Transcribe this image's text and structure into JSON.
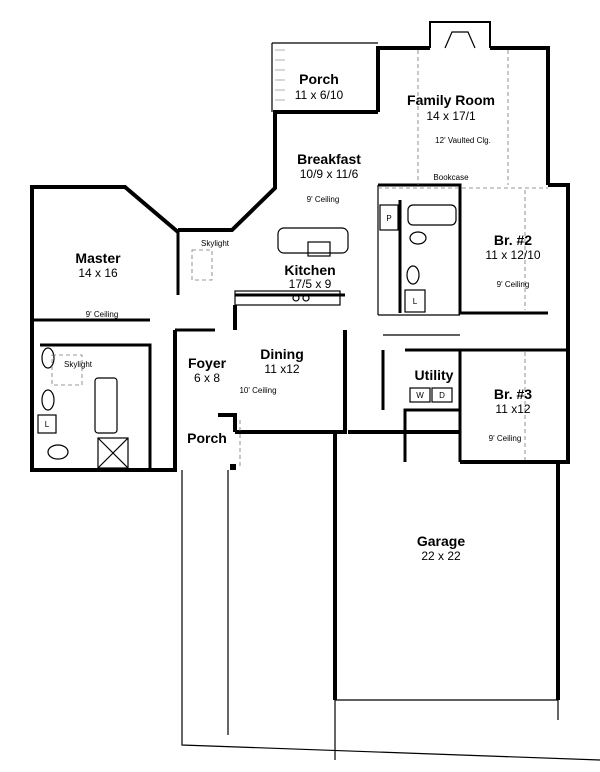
{
  "rooms": {
    "porch_rear": {
      "name": "Porch",
      "size": "11 x 6/10"
    },
    "family_room": {
      "name": "Family Room",
      "size": "14 x 17/1",
      "note": "12' Vaulted Clg.",
      "bookcase": "Bookcase"
    },
    "breakfast": {
      "name": "Breakfast",
      "size": "10/9 x 11/6",
      "note": "9' Ceiling"
    },
    "kitchen": {
      "name": "Kitchen",
      "size": "17/5 x 9",
      "skylight": "Skylight"
    },
    "master": {
      "name": "Master",
      "size": "14 x 16",
      "note": "9' Ceiling"
    },
    "master_bath": {
      "skylight": "Skylight",
      "linen": "L"
    },
    "br2": {
      "name": "Br. #2",
      "size": "11 x 12/10",
      "note": "9' Ceiling"
    },
    "hall_bath": {
      "pantry": "P",
      "linen": "L"
    },
    "foyer": {
      "name": "Foyer",
      "size": "6 x 8"
    },
    "dining": {
      "name": "Dining",
      "size": "11 x12",
      "note": "10' Ceiling"
    },
    "utility": {
      "name": "Utility",
      "washer": "W",
      "dryer": "D"
    },
    "br3": {
      "name": "Br. #3",
      "size": "11 x12",
      "note": "9' Ceiling"
    },
    "porch_front": {
      "name": "Porch"
    },
    "garage": {
      "name": "Garage",
      "size": "22 x 22"
    }
  }
}
